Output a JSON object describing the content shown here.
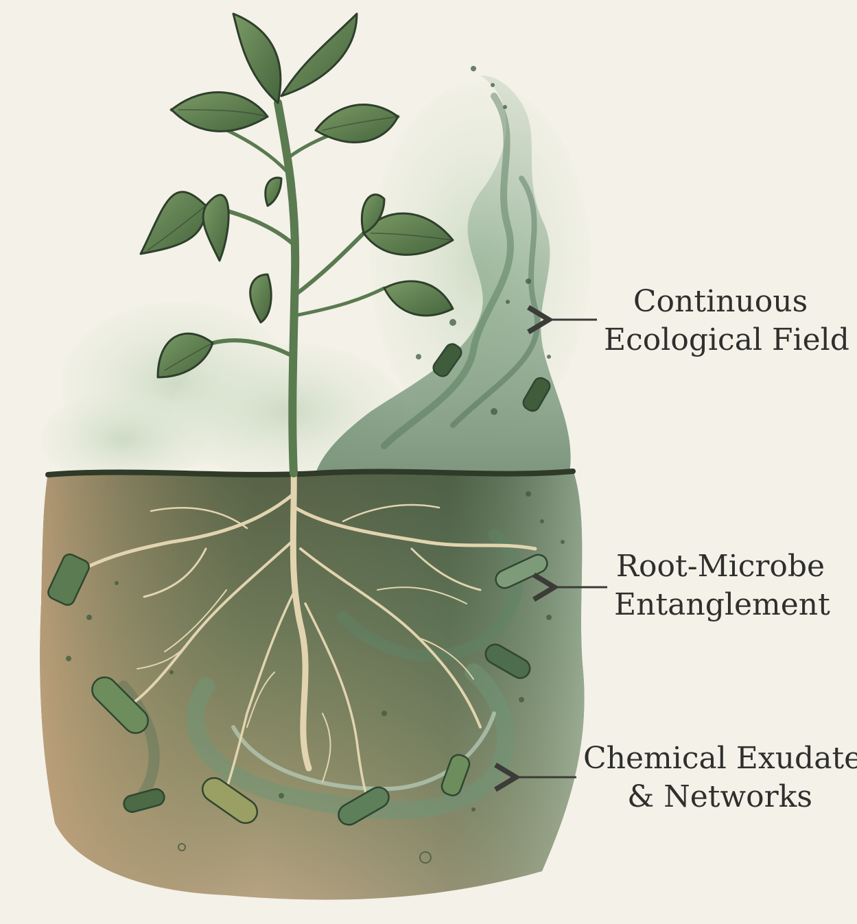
{
  "background_color": "#f4f1e8",
  "colors": {
    "leaf": "#5f8152",
    "leaf_dark": "#3f5c3b",
    "stem": "#5a7a50",
    "soil_dark": "#3e4d33",
    "soil_light": "#b79c78",
    "root": "#d8c9a4",
    "field": "#6f9676",
    "label_text": "#2f2f2d",
    "arrow": "#3b3b38"
  },
  "labels": [
    {
      "id": "field",
      "line1": "Continuous",
      "line2": "Ecological Field"
    },
    {
      "id": "entangle",
      "line1": "Root-Microbe",
      "line2": "Entanglement"
    },
    {
      "id": "exudates",
      "line1": "Chemical Exudates",
      "line2": "& Networks"
    }
  ]
}
